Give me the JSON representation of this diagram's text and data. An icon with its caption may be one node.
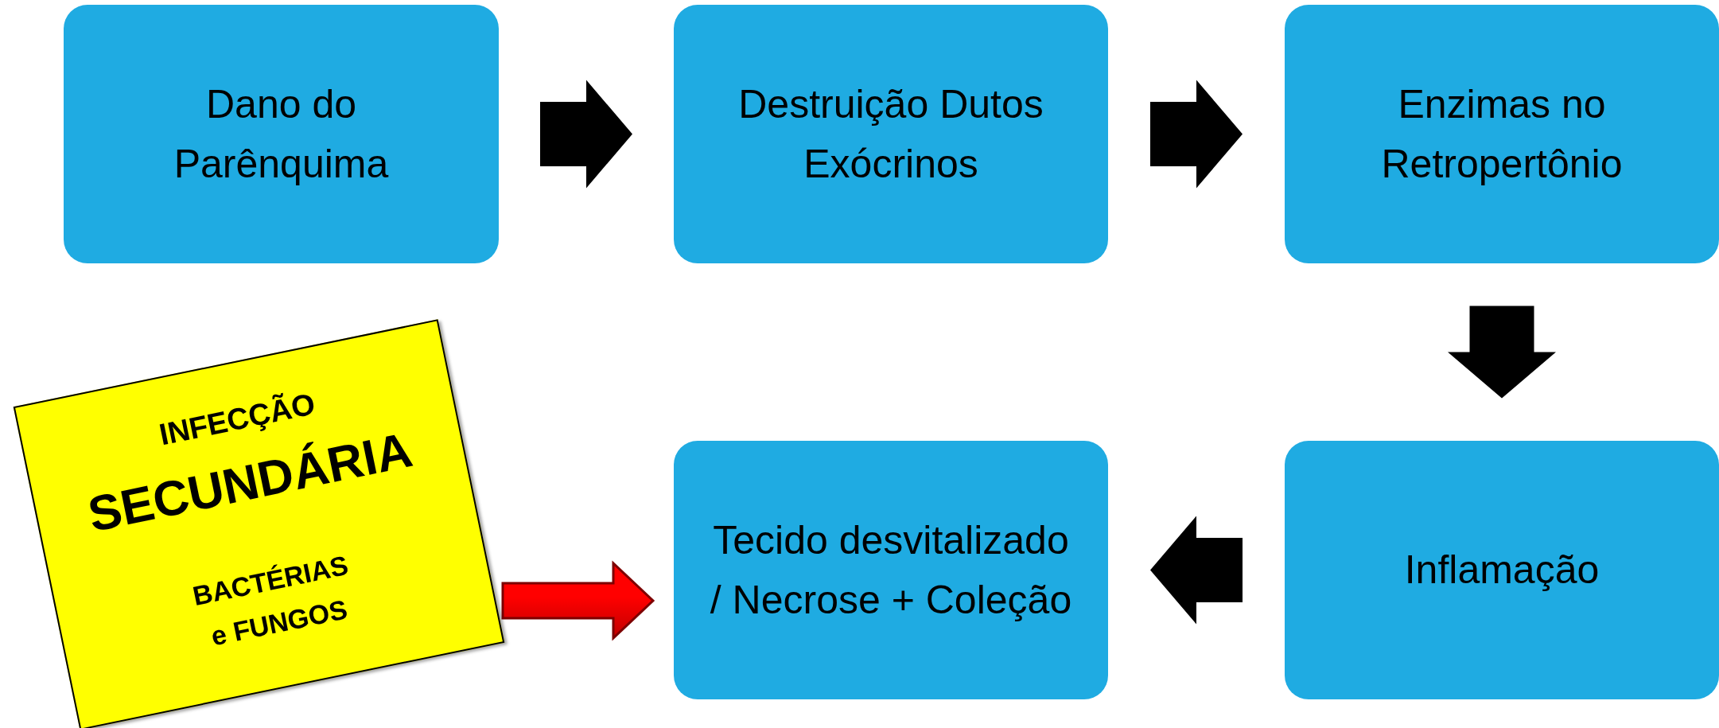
{
  "diagram": {
    "nodes": [
      {
        "text": [
          "Dano do Parênquima"
        ]
      },
      {
        "text": [
          "Destruição Dutos Exócrinos"
        ]
      },
      {
        "text": [
          "Enzimas no Retropertônio"
        ]
      },
      {
        "text": [
          "INFECÇÃO",
          "SECUNDÁRIA",
          "BACTÉRIAS e FUNGOS"
        ]
      },
      {
        "text": [
          "Tecido desvitalizado / Necrose + Coleção"
        ]
      },
      {
        "text": [
          "Inflamação"
        ]
      }
    ],
    "edges": [
      {
        "from": 0,
        "to": 1,
        "arrow": "to"
      },
      {
        "from": 1,
        "to": 2,
        "arrow": "to"
      },
      {
        "from": 2,
        "to": 5,
        "arrow": "to"
      },
      {
        "from": 5,
        "to": 4,
        "arrow": "to"
      },
      {
        "from": 3,
        "to": 4,
        "arrow": "to",
        "color": "#ff0000"
      }
    ]
  }
}
